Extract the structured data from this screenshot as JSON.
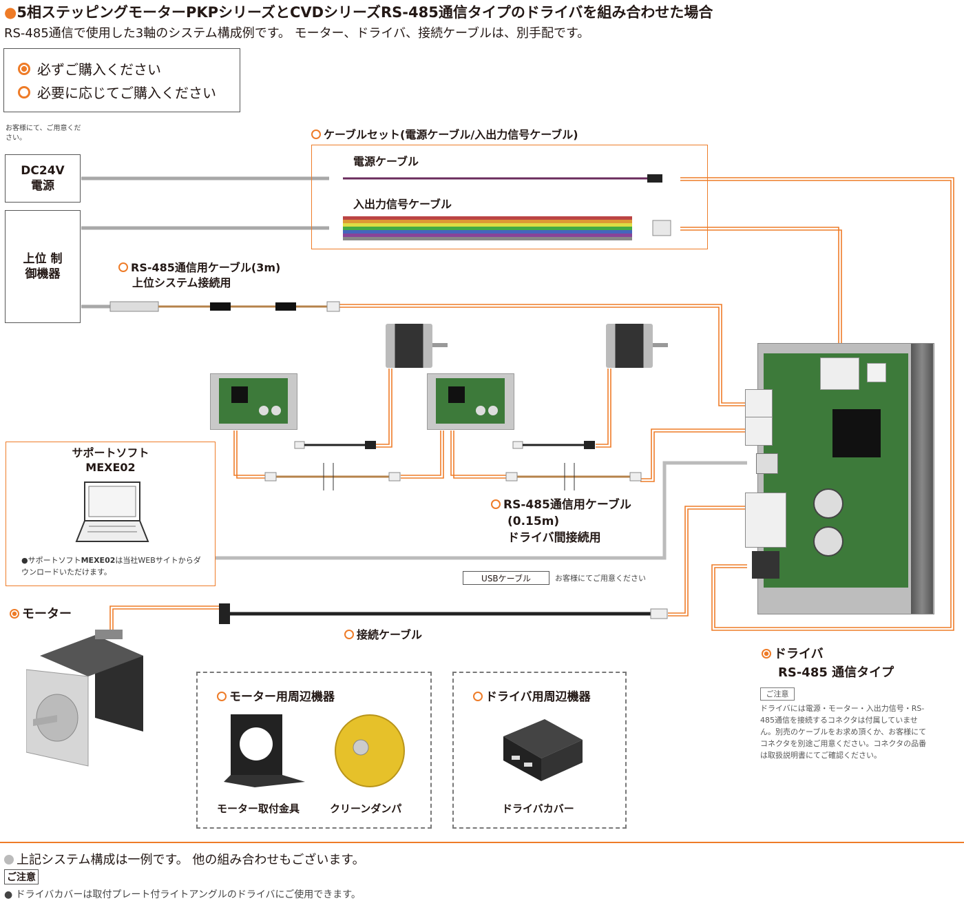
{
  "header": {
    "title": "5相ステッピングモーターPKPシリーズとCVDシリーズRS-485通信タイプのドライバを組み合わせた場合",
    "subtitle": "RS-485通信で使用した3軸のシステム構成例です。 モーター、ドライバ、接続ケーブルは、別手配です。"
  },
  "legend": {
    "required": "必ずご購入ください",
    "optional": "必要に応じてご購入ください"
  },
  "power": {
    "note": "お客様にて、ご用意ください。",
    "label": "DC24V 電源"
  },
  "host": {
    "label": "上位 制御機器"
  },
  "cable_set": {
    "title": "ケーブルセット(電源ケーブル/入出力信号ケーブル)",
    "power_cable": "電源ケーブル",
    "io_cable": "入出力信号ケーブル"
  },
  "rs485_host": {
    "line1": "RS-485通信用ケーブル(3m)",
    "line2": "上位システム接続用"
  },
  "rs485_driver": {
    "line1": "RS-485通信用ケーブル",
    "line2": "(0.15m)",
    "line3": "ドライバ間接続用"
  },
  "software": {
    "name": "サポートソフト",
    "product": "MEXE02",
    "note_bullet": "●",
    "note_prefix": "サポートソフト",
    "note_product": "MEXE02",
    "note_suffix": "は当社WEBサイトからダウンロードいただけます。"
  },
  "usb": {
    "label": "USBケーブル",
    "note": "お客様にてご用意ください"
  },
  "motor": {
    "label": "モーター"
  },
  "connection_cable": {
    "label": "接続ケーブル"
  },
  "driver": {
    "label_line1": "ドライバ",
    "label_line2": "RS-485 通信タイプ",
    "caution_tag": "ご注意",
    "caution_text": "ドライバには電源・モーター・入出力信号・RS-485通信を接続するコネクタは付属していません。別売のケーブルをお求め頂くか、お客様にてコネクタを別途ご用意ください。コネクタの品番は取扱説明書にてご確認ください。"
  },
  "motor_accessories": {
    "title": "モーター用周辺機器",
    "item1": "モーター取付金具",
    "item2": "クリーンダンパ"
  },
  "driver_accessories": {
    "title": "ドライバ用周辺機器",
    "item1": "ドライバカバー"
  },
  "footer": {
    "note": "上記システム構成は一例です。 他の組み合わせもございます。",
    "caution_tag": "ご注意",
    "caution": "● ドライバカバーは取付プレート付ライトアングルのドライバにご使用できます。"
  },
  "colors": {
    "accent": "#ee7b27",
    "gray_line": "#a8a8a8",
    "pcb": "#3d7a3a"
  }
}
